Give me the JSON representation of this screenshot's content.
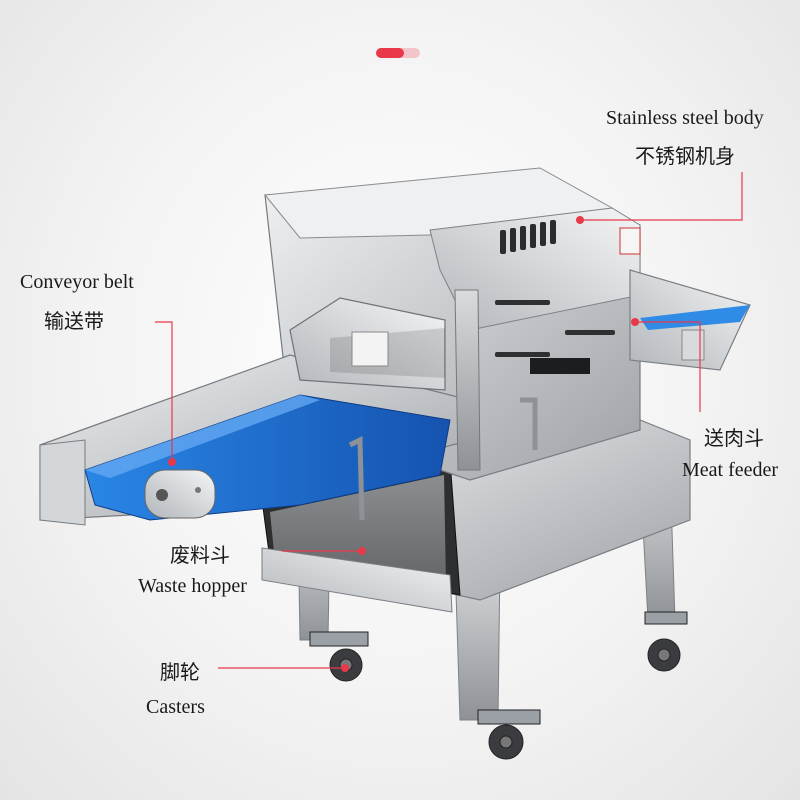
{
  "labels": {
    "body_en": "Stainless steel body",
    "body_zh": "不锈钢机身",
    "belt_en": "Conveyor belt",
    "belt_zh": "输送带",
    "feeder_zh": "送肉斗",
    "feeder_en": "Meat feeder",
    "hopper_zh": "废料斗",
    "hopper_en": "Waste hopper",
    "casters_zh": "脚轮",
    "casters_en": "Casters"
  },
  "colors": {
    "accent": "#e8384a",
    "belt_blue": "#1f6fd1",
    "steel": "#c9cccf"
  }
}
